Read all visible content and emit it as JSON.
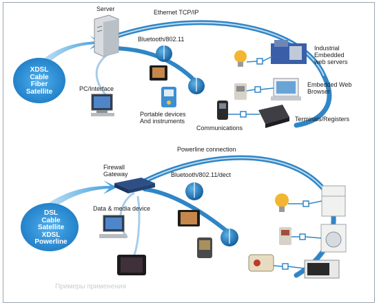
{
  "top": {
    "ethernet_label": "Ethernet TCP/IP",
    "server_label": "Server",
    "bluetooth_label": "Bluetooth/802.11",
    "pc_interface_label": "PC/Interface",
    "portable_label_lines": [
      "Portable devices",
      "And instruments"
    ],
    "communications_label": "Communications",
    "industrial_label_lines": [
      "Industrial",
      "Embedded",
      "web servers"
    ],
    "embedded_browser_lines": [
      "Embedded Web",
      "Browser"
    ],
    "terminals_label": "Terminals/Registers",
    "cloud_lines": [
      "XDSL",
      "Cable",
      "Fiber",
      "Satellite"
    ]
  },
  "bottom": {
    "powerline_label": "Powerline connection",
    "firewall_label": "Firewall",
    "gateway_label": "Gateway",
    "bluetooth_label": "Bluetooth/802.11/dect",
    "data_media_label": "Data & media device",
    "cloud_lines": [
      "DSL",
      "Cable",
      "Satellite",
      "XDSL",
      "Powerline"
    ]
  },
  "caption": "Примеры применения",
  "colors": {
    "arc_blue": "#2f86c6",
    "arc_light": "#bfdcef",
    "cloud_blue": "#2a8fd6",
    "node_blue": "#1f6fb4"
  }
}
